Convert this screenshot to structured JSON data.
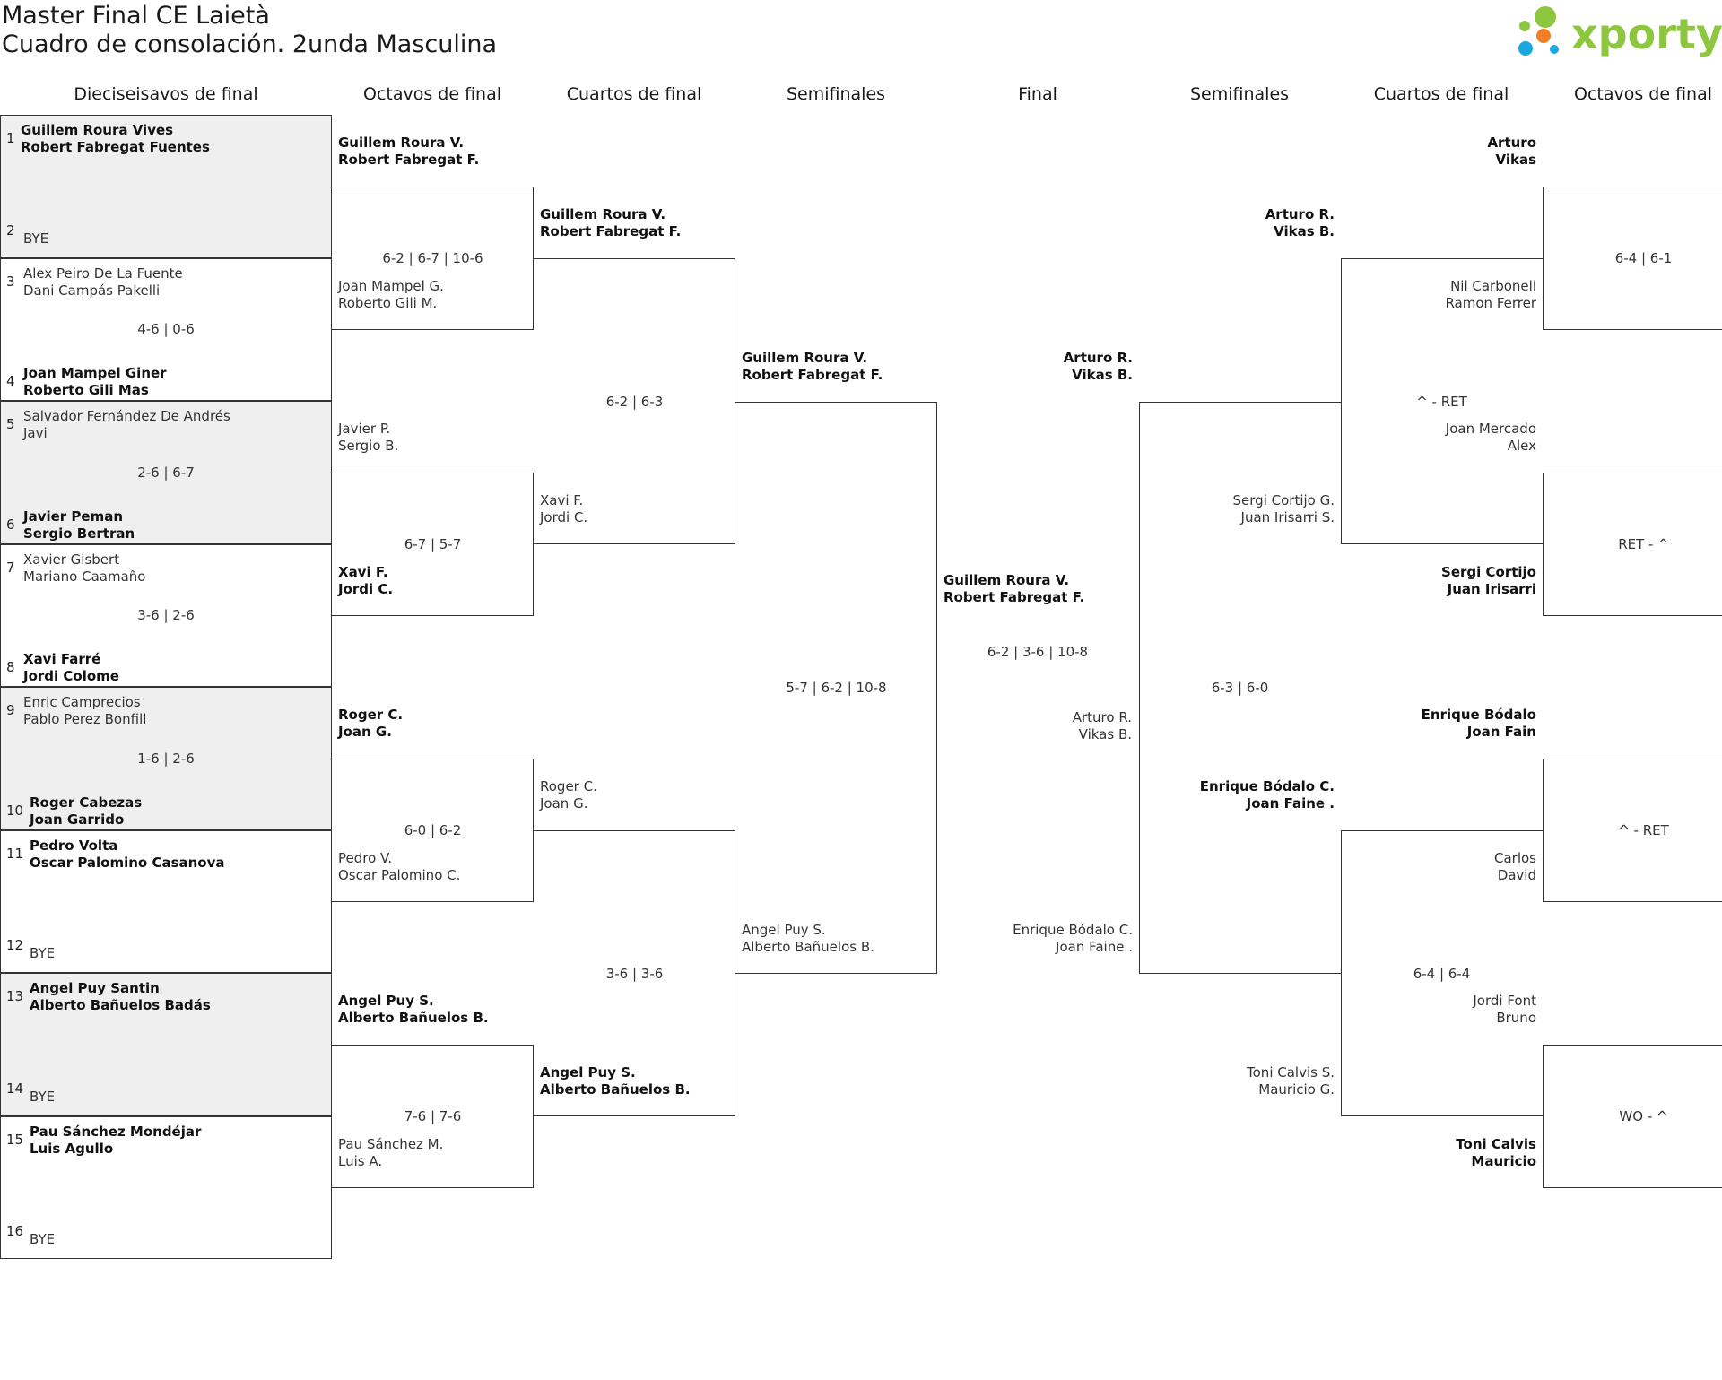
{
  "title": "Master Final CE Laietà",
  "subtitle": "Cuadro de consolación. 2unda Masculina",
  "logo": {
    "text": "xporty",
    "text_color": "#8dc63f",
    "dot_colors": [
      "#8dc63f",
      "#f07e26",
      "#1aa6e0"
    ]
  },
  "headers": {
    "left": [
      "Dieciseisavos de final",
      "Octavos de final",
      "Cuartos de final",
      "Semifinales",
      "Final"
    ],
    "right": [
      "Semifinales",
      "Cuartos de final",
      "Octavos de final"
    ]
  },
  "draw": [
    {
      "num": "1",
      "name": "Guillem Roura Vives",
      "num2": "",
      "name2": "Robert Fabregat Fuentes",
      "winner": true
    },
    {
      "num": "2",
      "name": "BYE",
      "winner": false
    },
    {
      "num": "3",
      "name": "Alex Peiro De La Fuente",
      "name2": "Dani Campás Pakelli",
      "winner": false
    },
    {
      "num": "4",
      "name": "Joan Mampel Giner",
      "name2": "Roberto Gili Mas",
      "winner": true
    },
    {
      "num": "5",
      "name": "Salvador Fernández De Andrés",
      "name2": "Javi",
      "winner": false
    },
    {
      "num": "6",
      "name": "Javier Peman",
      "name2": "Sergio Bertran",
      "winner": true
    },
    {
      "num": "7",
      "name": "Xavier Gisbert",
      "name2": "Mariano Caamaño",
      "winner": false
    },
    {
      "num": "8",
      "name": "Xavi Farré",
      "name2": "Jordi Colome",
      "winner": true
    },
    {
      "num": "9",
      "name": "Enric Camprecios",
      "name2": "Pablo Perez Bonfill",
      "winner": false
    },
    {
      "num": "10",
      "name": "Roger Cabezas",
      "name2": "Joan Garrido",
      "winner": true
    },
    {
      "num": "11",
      "name": "Pedro Volta",
      "name2": "Oscar Palomino Casanova",
      "winner": true
    },
    {
      "num": "12",
      "name": "BYE",
      "winner": false
    },
    {
      "num": "13",
      "name": "Angel Puy Santin",
      "name2": "Alberto Bañuelos Badás",
      "winner": true
    },
    {
      "num": "14",
      "name": "BYE",
      "winner": false
    },
    {
      "num": "15",
      "name": "Pau Sánchez Mondéjar",
      "name2": "Luis Agullo",
      "winner": true
    },
    {
      "num": "16",
      "name": "BYE",
      "winner": false
    }
  ],
  "first_round_scores": [
    "",
    "4-6 | 0-6",
    "2-6 | 6-7",
    "3-6 | 2-6",
    "1-6 | 2-6",
    "",
    "",
    ""
  ],
  "octavos_left": [
    {
      "a": [
        "Guillem Roura V.",
        "Robert Fabregat F."
      ],
      "a_w": true,
      "b": [
        "Joan Mampel G.",
        "Roberto Gili M."
      ],
      "b_w": false,
      "score": "6-2 | 6-7 | 10-6"
    },
    {
      "a": [
        "Javier P.",
        "Sergio B."
      ],
      "a_w": false,
      "b": [
        "Xavi F.",
        "Jordi C."
      ],
      "b_w": true,
      "score": "6-7 | 5-7"
    },
    {
      "a": [
        "Roger C.",
        "Joan G."
      ],
      "a_w": true,
      "b": [
        "Pedro V.",
        "Oscar Palomino C."
      ],
      "b_w": false,
      "score": "6-0 | 6-2"
    },
    {
      "a": [
        "Angel Puy S.",
        "Alberto Bañuelos B."
      ],
      "a_w": true,
      "b": [
        "Pau Sánchez M.",
        "Luis A."
      ],
      "b_w": false,
      "score": "7-6 | 7-6"
    }
  ],
  "cuartos_left": [
    {
      "a": [
        "Guillem Roura V.",
        "Robert Fabregat F."
      ],
      "a_w": true,
      "b": [
        "Xavi F.",
        "Jordi C."
      ],
      "b_w": false,
      "score": "6-2 | 6-3"
    },
    {
      "a": [
        "Roger C.",
        "Joan G."
      ],
      "a_w": false,
      "b": [
        "Angel Puy S.",
        "Alberto Bañuelos B."
      ],
      "b_w": true,
      "score": "3-6 | 3-6"
    }
  ],
  "semis_left": {
    "a": [
      "Guillem Roura V.",
      "Robert Fabregat F."
    ],
    "a_w": true,
    "b": [
      "Angel Puy S.",
      "Alberto Bañuelos B."
    ],
    "b_w": false,
    "score": "5-7 | 6-2 | 10-8"
  },
  "final": {
    "a": [
      "Guillem Roura V.",
      "Robert Fabregat F."
    ],
    "a_w": true,
    "b": [
      "Arturo R.",
      "Vikas B."
    ],
    "b_w": false,
    "score": "6-2 | 3-6 | 10-8"
  },
  "semis_right": {
    "a": [
      "Arturo R.",
      "Vikas B."
    ],
    "a_w": true,
    "b": [
      "Enrique Bódalo C.",
      "Joan Faine ."
    ],
    "b_w": false,
    "score": "6-3 | 6-0"
  },
  "cuartos_right": [
    {
      "a": [
        "Arturo R.",
        "Vikas B."
      ],
      "a_w": true,
      "b": [
        "Sergi Cortijo G.",
        "Juan Irisarri S."
      ],
      "b_w": false,
      "score": "^ - RET"
    },
    {
      "a": [
        "Enrique Bódalo C.",
        "Joan Faine ."
      ],
      "a_w": true,
      "b": [
        "Toni Calvis S.",
        "Mauricio G."
      ],
      "b_w": false,
      "score": "6-4 | 6-4"
    }
  ],
  "octavos_right": [
    {
      "a": [
        "Arturo",
        "Vikas"
      ],
      "a_w": true,
      "b": [
        "Nil Carbonell",
        "Ramon Ferrer"
      ],
      "b_w": false,
      "score": "6-4 | 6-1"
    },
    {
      "a": [
        "Joan Mercado",
        "Alex"
      ],
      "a_w": false,
      "b": [
        "Sergi Cortijo",
        "Juan Irisarri"
      ],
      "b_w": true,
      "score": "RET - ^"
    },
    {
      "a": [
        "Enrique Bódalo",
        "Joan Fain"
      ],
      "a_w": true,
      "b": [
        "Carlos",
        "David"
      ],
      "b_w": false,
      "score": "^ - RET"
    },
    {
      "a": [
        "Jordi Font",
        "Bruno"
      ],
      "a_w": false,
      "b": [
        "Toni Calvis",
        "Mauricio"
      ],
      "b_w": true,
      "score": "WO - ^"
    }
  ]
}
